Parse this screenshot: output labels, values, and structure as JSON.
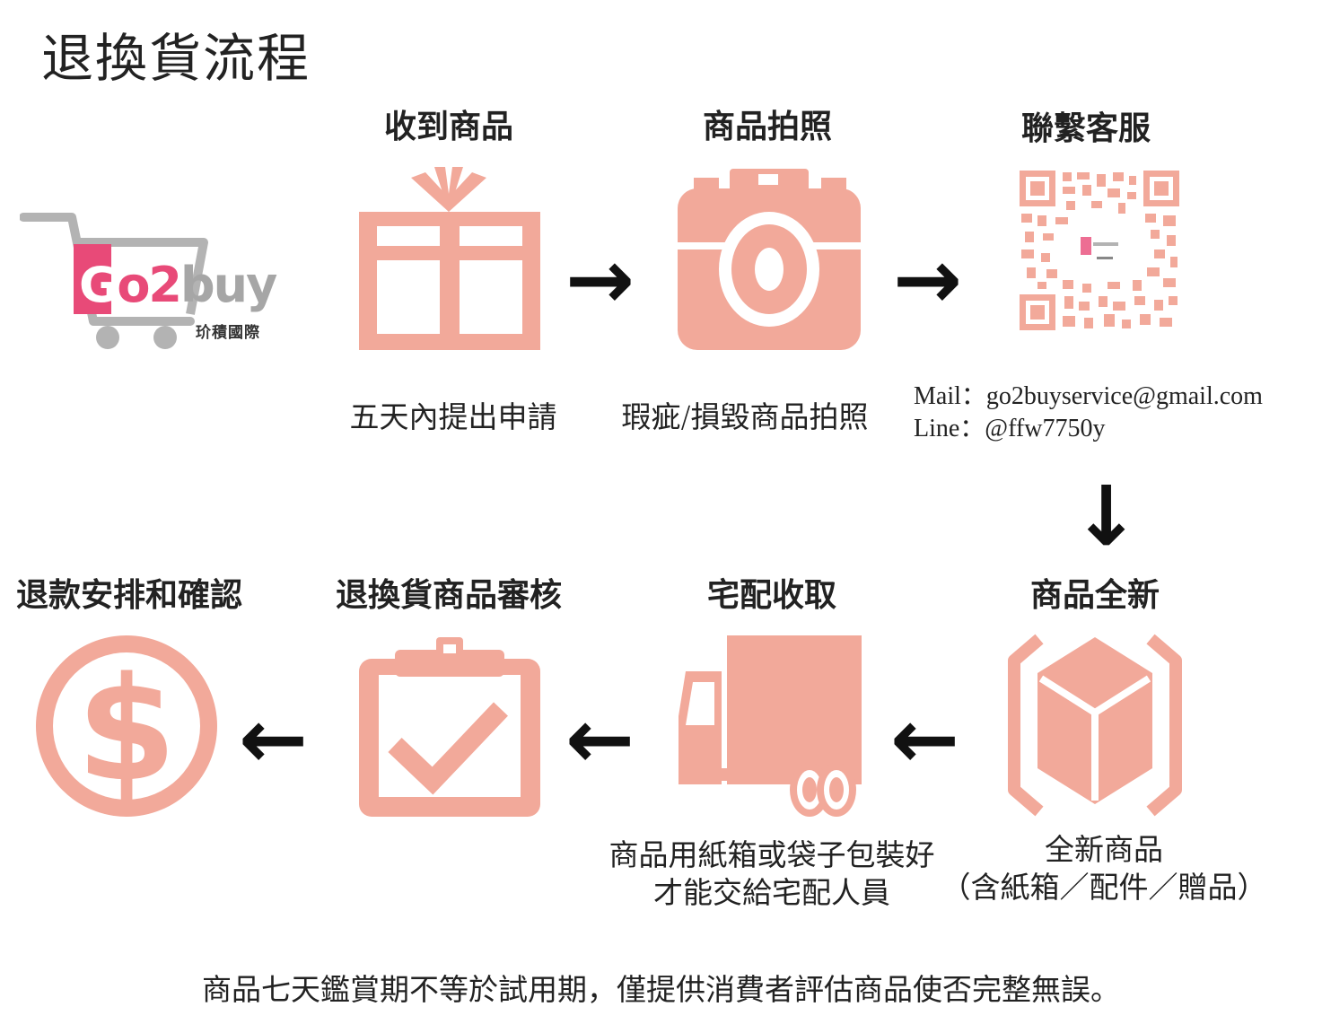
{
  "title": "退換貨流程",
  "colors": {
    "icon": "#F2A99A",
    "brand_pink": "#E84A78",
    "brand_gray": "#B3B3B3",
    "arrow": "#111111"
  },
  "logo": {
    "brand": "Go2buy",
    "subtitle": "玠積國際"
  },
  "steps": [
    {
      "title": "收到商品",
      "desc": "五天內提出申請",
      "icon": "gift-icon"
    },
    {
      "title": "商品拍照",
      "desc": "瑕疵/損毀商品拍照",
      "icon": "camera-icon"
    },
    {
      "title": "聯繫客服",
      "icon": "qr-code-icon",
      "contact": {
        "mail": "Mail：go2buyservice@gmail.com",
        "line": "Line：@ffw7750y"
      }
    },
    {
      "title": "商品全新",
      "desc_lines": [
        "全新商品",
        "（含紙箱／配件／贈品）"
      ],
      "icon": "box-icon"
    },
    {
      "title": "宅配收取",
      "desc_lines": [
        "商品用紙箱或袋子包裝好",
        "才能交給宅配人員"
      ],
      "icon": "truck-icon"
    },
    {
      "title": "退換貨商品審核",
      "icon": "clipboard-check-icon"
    },
    {
      "title": "退款安排和確認",
      "icon": "dollar-icon"
    }
  ],
  "arrows": {
    "right": "→",
    "down": "↓",
    "left": "←"
  },
  "footer": "商品七天鑑賞期不等於試用期，僅提供消費者評估商品使否完整無誤。"
}
